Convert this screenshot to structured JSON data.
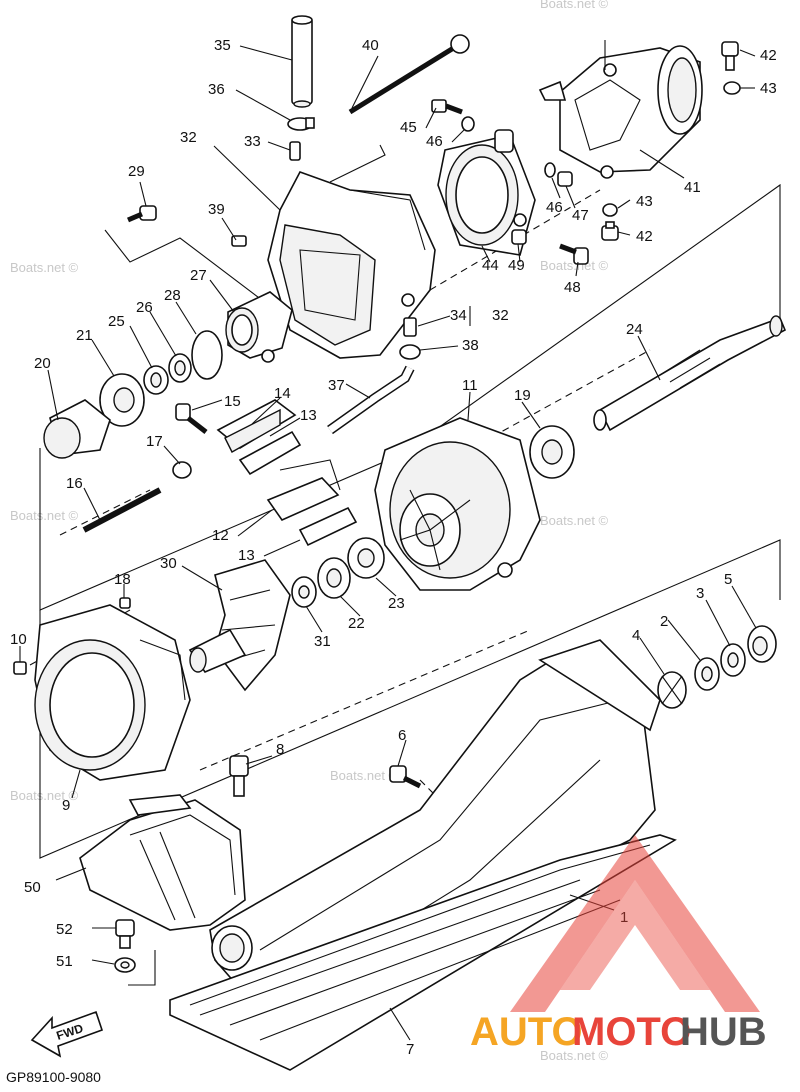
{
  "diagram": {
    "part_code": "GP89100-9080",
    "fwd_label": "FWD",
    "watermark": "Boats.net ©",
    "brand": {
      "part1": "AUTO",
      "part2": "MOTO",
      "part3": "HUB",
      "color1": "#f5a524",
      "color2": "#e8443a",
      "color3": "#555555"
    },
    "callouts": [
      {
        "id": "c35",
        "text": "35"
      },
      {
        "id": "c40",
        "text": "40"
      },
      {
        "id": "c42a",
        "text": "42"
      },
      {
        "id": "c36",
        "text": "36"
      },
      {
        "id": "c43a",
        "text": "43"
      },
      {
        "id": "c45",
        "text": "45"
      },
      {
        "id": "c32a",
        "text": "32"
      },
      {
        "id": "c33",
        "text": "33"
      },
      {
        "id": "c46a",
        "text": "46"
      },
      {
        "id": "c29",
        "text": "29"
      },
      {
        "id": "c41",
        "text": "41"
      },
      {
        "id": "c46b",
        "text": "46"
      },
      {
        "id": "c47",
        "text": "47"
      },
      {
        "id": "c43b",
        "text": "43"
      },
      {
        "id": "c39",
        "text": "39"
      },
      {
        "id": "c42b",
        "text": "42"
      },
      {
        "id": "c49",
        "text": "49"
      },
      {
        "id": "c44",
        "text": "44"
      },
      {
        "id": "c48",
        "text": "48"
      },
      {
        "id": "c27",
        "text": "27"
      },
      {
        "id": "c28",
        "text": "28"
      },
      {
        "id": "c26",
        "text": "26"
      },
      {
        "id": "c25",
        "text": "25"
      },
      {
        "id": "c34",
        "text": "34"
      },
      {
        "id": "c32b",
        "text": "32"
      },
      {
        "id": "c24",
        "text": "24"
      },
      {
        "id": "c21",
        "text": "21"
      },
      {
        "id": "c38",
        "text": "38"
      },
      {
        "id": "c20",
        "text": "20"
      },
      {
        "id": "c37",
        "text": "37"
      },
      {
        "id": "c11",
        "text": "11"
      },
      {
        "id": "c19",
        "text": "19"
      },
      {
        "id": "c14",
        "text": "14"
      },
      {
        "id": "c15",
        "text": "15"
      },
      {
        "id": "c13a",
        "text": "13"
      },
      {
        "id": "c17",
        "text": "17"
      },
      {
        "id": "c16",
        "text": "16"
      },
      {
        "id": "c12",
        "text": "12"
      },
      {
        "id": "c13b",
        "text": "13"
      },
      {
        "id": "c30",
        "text": "30"
      },
      {
        "id": "c18",
        "text": "18"
      },
      {
        "id": "c22",
        "text": "22"
      },
      {
        "id": "c23",
        "text": "23"
      },
      {
        "id": "c3",
        "text": "3"
      },
      {
        "id": "c5",
        "text": "5"
      },
      {
        "id": "c2",
        "text": "2"
      },
      {
        "id": "c4",
        "text": "4"
      },
      {
        "id": "c10",
        "text": "10"
      },
      {
        "id": "c31",
        "text": "31"
      },
      {
        "id": "c6",
        "text": "6"
      },
      {
        "id": "c8",
        "text": "8"
      },
      {
        "id": "c9",
        "text": "9"
      },
      {
        "id": "c50",
        "text": "50"
      },
      {
        "id": "c1",
        "text": "1"
      },
      {
        "id": "c52",
        "text": "52"
      },
      {
        "id": "c51",
        "text": "51"
      },
      {
        "id": "c7",
        "text": "7"
      }
    ]
  }
}
